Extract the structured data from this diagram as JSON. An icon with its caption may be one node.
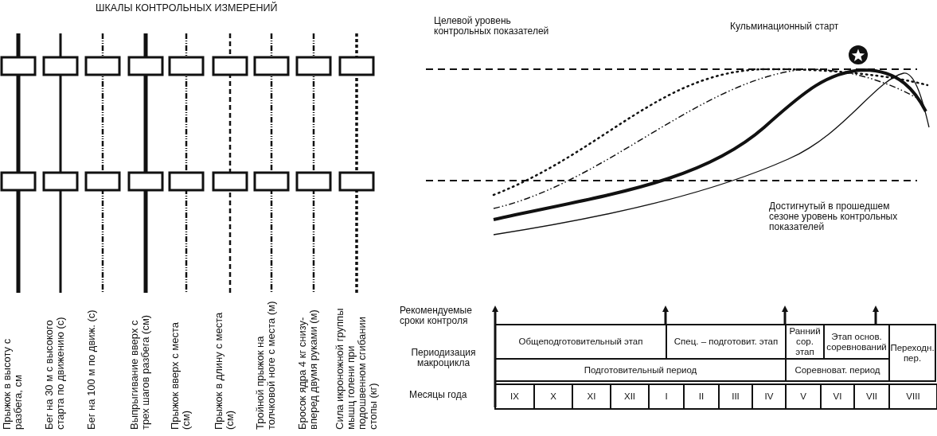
{
  "diagram": {
    "labels": [
      "ШКАЛЫ КОНТРОЛЬНЫХ ИЗМЕРЕНИЙ",
      "Целевой уровень контрольных показателей",
      "Кульминационный старт",
      "Достигнутый в прошедшем сезоне уровень контрольных показателей",
      "Прыжок в высоту с разбега, см",
      "Бег на 30 м с высокого старта по движению (с)",
      "Бег на 100 м по движ. (с)",
      "Выпрыгивание вверх с трех шагов разбега (см)",
      "Прыжок вверх с места (см)",
      "Прыжок в длину с места (см)",
      "Тройной прыжок на толчковой ноге с места (м)",
      "Бросок ядра 4 кг снизу-вперед двумя руками (м)",
      "Сила икроножной группы мышц голени при подошвенном сгибании стопы (кг)",
      "Рекомендуемые сроки контроля",
      "Периодизация макроцикла",
      "Общеподготовительный этап",
      "Спец. – подготовит. этап",
      "Ранний сор. этап",
      "Этап основ. соревнований",
      "Переходн. пер.",
      "Подготовительный период",
      "Соревноват. период",
      "Месяцы года",
      "IX",
      "X",
      "XI",
      "XII",
      "I",
      "II",
      "III",
      "IV",
      "V",
      "VI",
      "VII",
      "VIII"
    ]
  }
}
